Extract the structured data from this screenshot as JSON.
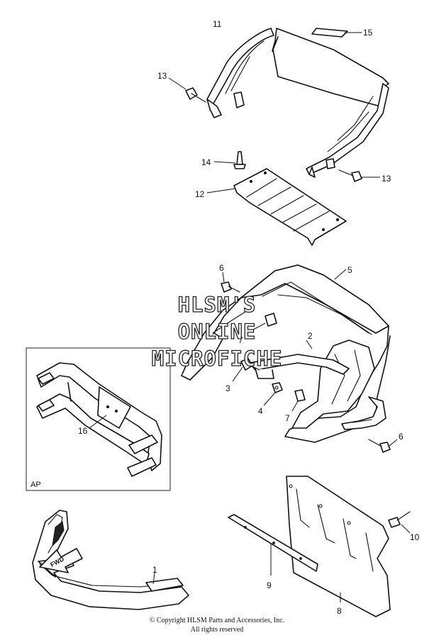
{
  "callouts": {
    "c1": "1",
    "c2": "2",
    "c3": "3",
    "c4": "4",
    "c5": "5",
    "c6a": "6",
    "c6b": "6",
    "c7a": "7",
    "c7b": "7",
    "c8": "8",
    "c9": "9",
    "c10": "10",
    "c11": "11",
    "c12": "12",
    "c13a": "13",
    "c13b": "13",
    "c14": "14",
    "c15": "15",
    "c16": "16"
  },
  "inset": {
    "label": "AP"
  },
  "watermark": {
    "line1": "HLSM'S",
    "line2": "ONLINE",
    "line3": "MICROFICHE"
  },
  "fwd": "FWD",
  "footer": {
    "copyright": "© Copyright HLSM Parts and Accessories, Inc.",
    "rights": "All rights reserved"
  }
}
